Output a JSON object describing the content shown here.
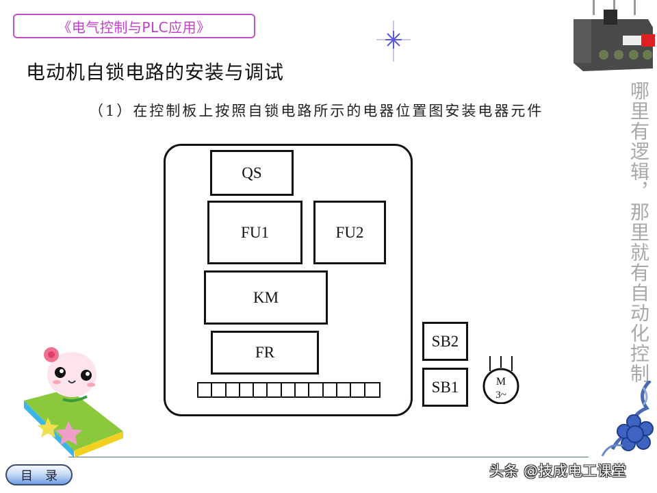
{
  "header": {
    "course_title": "《电气控制与PLC应用》",
    "page_title": "电动机自锁电路的安装与调试",
    "step": "（1）在控制板上按照自锁电路所示的电器位置图安装电器元件"
  },
  "side_slogan": "哪里有逻辑，那里就有自动化控制",
  "diagram": {
    "components": {
      "qs": "QS",
      "fu1": "FU1",
      "fu2": "FU2",
      "km": "KM",
      "fr": "FR",
      "sb2": "SB2",
      "sb1": "SB1"
    },
    "terminal_strip_cells": 13,
    "motor": {
      "label": "M",
      "sub_label": "3~"
    }
  },
  "nav": {
    "menu_button": "目录"
  },
  "watermark": "头条 @技成电工课堂",
  "icons": {
    "sparkle": "sparkle-icon",
    "relay_photo": "thermal-relay-photo",
    "mascot": "mascot-on-book-illustration",
    "ornament": "blue-floral-ornament"
  },
  "colors": {
    "banner": "#c040c8",
    "slogan": "#a8a8a8",
    "line": "#4b6f92",
    "button": "#6f9ee6"
  }
}
